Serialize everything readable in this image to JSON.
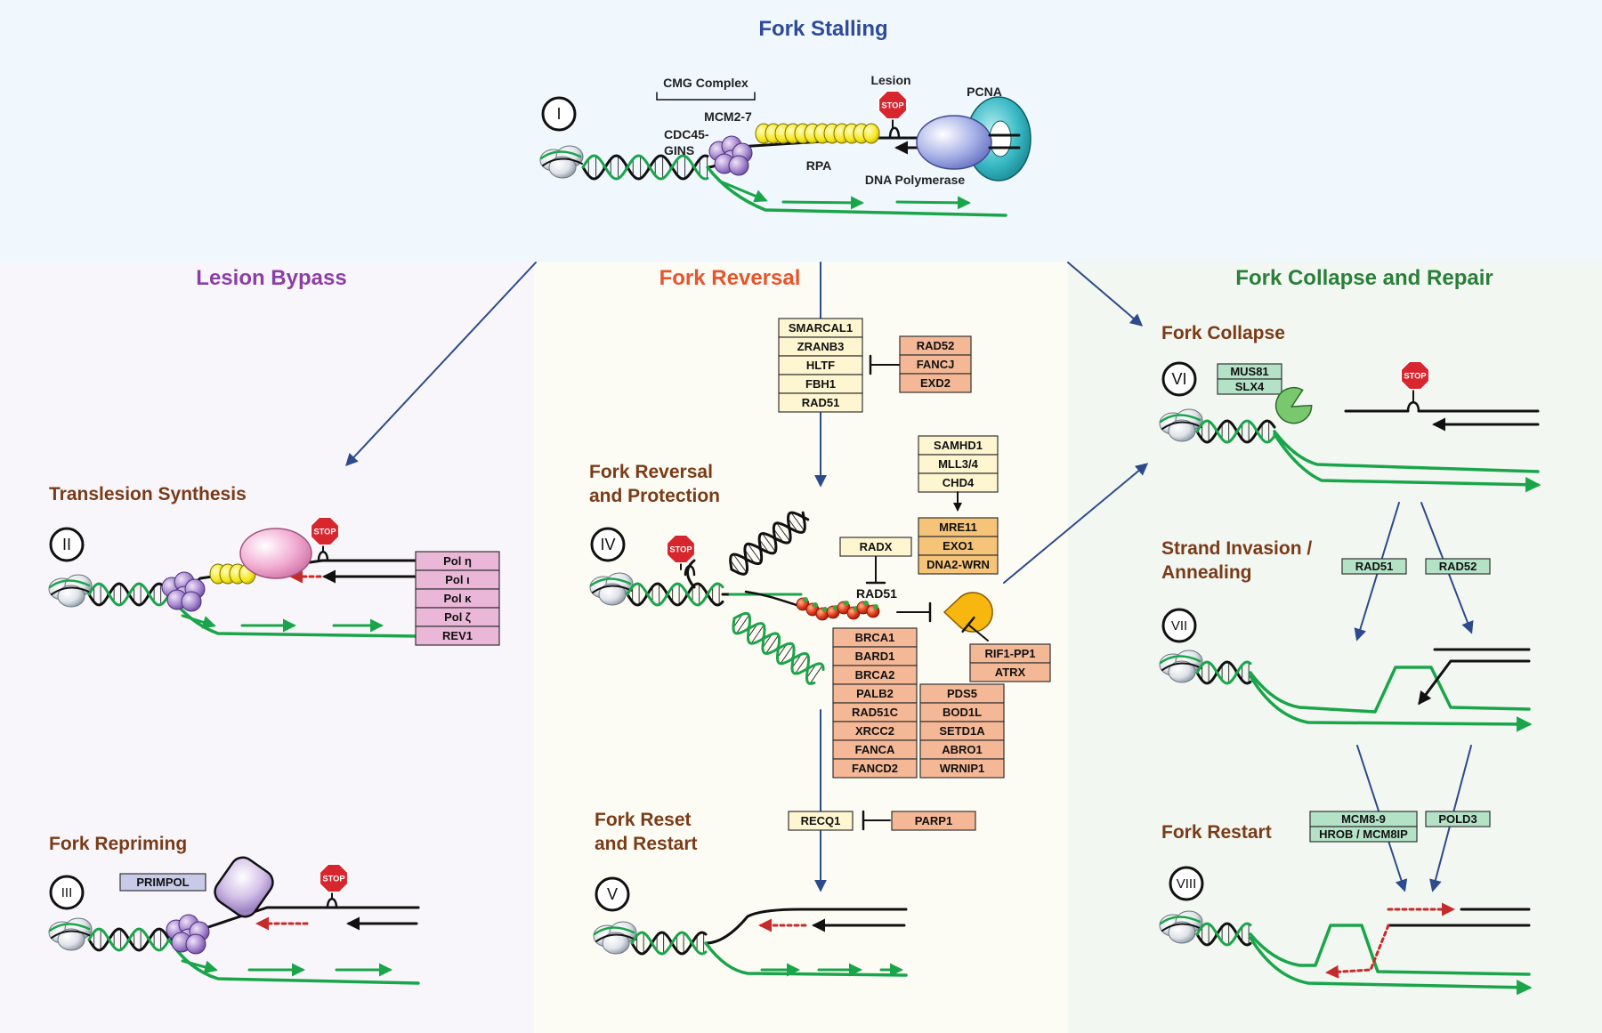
{
  "colors": {
    "top_panel_bg": "#f0f7fd",
    "bypass_panel_bg": "#f8f6fa",
    "reversal_panel_bg": "#fdfcf4",
    "collapse_panel_bg": "#f2f7f1",
    "stalling_title": "#2e4a9a",
    "bypass_title": "#8b3fa6",
    "reversal_title": "#e8542b",
    "collapse_title": "#2a7f3a",
    "subtitle_brown": "#7a3b18",
    "dna_green": "#1aa54a",
    "arrow_navy": "#2d4a8a",
    "stop_red": "#d8262f",
    "rpa_yellow": "#f5e614",
    "box_light_yellow": "#fdf6d0",
    "box_salmon": "#f5b896",
    "box_orange": "#f5c478",
    "box_pink": "#eab7d8",
    "box_lavender": "#c8cbe8",
    "box_green": "#b3e2c6"
  },
  "headers": {
    "stalling": "Fork Stalling",
    "bypass": "Lesion Bypass",
    "reversal": "Fork Reversal",
    "collapse": "Fork Collapse and Repair"
  },
  "stage_I": {
    "numeral": "I",
    "cmg": "CMG Complex",
    "mcm": "MCM2-7",
    "cdc45": "CDC45-",
    "gins": "GINS",
    "rpa": "RPA",
    "lesion": "Lesion",
    "pcna": "PCNA",
    "polymerase": "DNA Polymerase",
    "stop": "STOP"
  },
  "stage_II": {
    "numeral": "II",
    "title": "Translesion Synthesis",
    "stop": "STOP",
    "boxes": [
      "Pol η",
      "Pol ι",
      "Pol κ",
      "Pol ζ",
      "REV1"
    ]
  },
  "stage_III": {
    "numeral": "III",
    "title": "Fork Repriming",
    "stop": "STOP",
    "primpol": "PRIMPOL"
  },
  "stage_IV": {
    "numeral": "IV",
    "title_1": "Fork Reversal",
    "title_2": "and Protection",
    "stop": "STOP",
    "remodelers": [
      "SMARCAL1",
      "ZRANB3",
      "HLTF",
      "FBH1",
      "RAD51"
    ],
    "remodeler_inhibitors": [
      "RAD52",
      "FANCJ",
      "EXD2"
    ],
    "nuclease_recruiters": [
      "SAMHD1",
      "MLL3/4",
      "CHD4"
    ],
    "nucleases": [
      "MRE11",
      "EXO1",
      "DNA2-WRN"
    ],
    "radx": "RADX",
    "rad51": "RAD51",
    "rif1_atrx": [
      "RIF1-PP1",
      "ATRX"
    ],
    "protectors_left": [
      "BRCA1",
      "BARD1",
      "BRCA2",
      "PALB2",
      "RAD51C",
      "XRCC2",
      "FANCA",
      "FANCD2"
    ],
    "protectors_right": [
      "PDS5",
      "BOD1L",
      "SETD1A",
      "ABRO1",
      "WRNIP1"
    ]
  },
  "stage_V": {
    "numeral": "V",
    "title_1": "Fork Reset",
    "title_2": "and Restart",
    "recq1": "RECQ1",
    "parp1": "PARP1"
  },
  "stage_VI": {
    "numeral": "VI",
    "title": "Fork Collapse",
    "stop": "STOP",
    "boxes": [
      "MUS81",
      "SLX4"
    ]
  },
  "stage_VII": {
    "numeral": "VII",
    "title_1": "Strand Invasion /",
    "title_2": "Annealing",
    "rad51": "RAD51",
    "rad52": "RAD52"
  },
  "stage_VIII": {
    "numeral": "VIII",
    "title": "Fork Restart",
    "mcm89": "MCM8-9",
    "hrob": "HROB / MCM8IP",
    "pold3": "POLD3"
  }
}
